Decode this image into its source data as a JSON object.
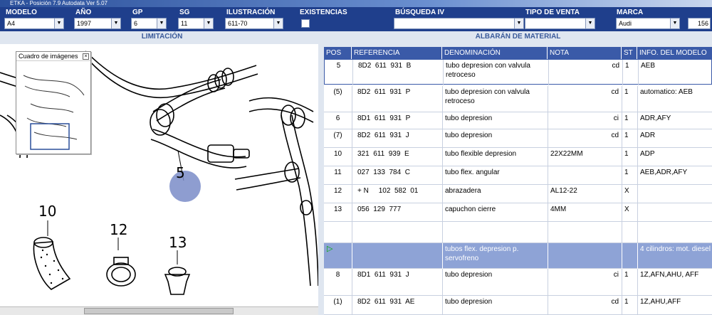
{
  "window": {
    "title": "ETKA - Posición 7.9 Autodata Ver 5.07"
  },
  "filters": {
    "modelo": {
      "label": "MODELO",
      "value": "A4"
    },
    "ano": {
      "label": "AÑO",
      "value": "1997"
    },
    "gp": {
      "label": "GP",
      "value": "6"
    },
    "sg": {
      "label": "SG",
      "value": "11"
    },
    "ilustracion": {
      "label": "ILUSTRACIÓN",
      "value": "611-70"
    },
    "existencias": {
      "label": "EXISTENCIAS"
    },
    "busqueda": {
      "label": "BÚSQUEDA IV",
      "value": ""
    },
    "tipo_venta": {
      "label": "TIPO DE VENTA",
      "value": ""
    },
    "marca": {
      "label": "MARCA",
      "value": "Audi"
    },
    "count": "156"
  },
  "sections": {
    "left": "LIMITACIÓN",
    "right": "ALBARÁN DE MATERIAL"
  },
  "thumbnail": {
    "title": "Cuadro de imágenes"
  },
  "diagram": {
    "labels": [
      "5",
      "10",
      "12",
      "13"
    ]
  },
  "table": {
    "headers": [
      "POS",
      "REFERENCIA",
      "DENOMINACIÓN",
      "NOTA",
      "ST",
      "INFO. DEL MODELO"
    ],
    "rows": [
      {
        "pos": "5",
        "ref": "8D2  611  931  B",
        "den": "tubo depresion con valvula retroceso",
        "nota": "",
        "side": "cd",
        "st": "1",
        "info": "AEB"
      },
      {
        "pos": "(5)",
        "ref": "8D2  611  931  P",
        "den": "tubo depresion con valvula retroceso",
        "nota": "",
        "side": "cd",
        "st": "1",
        "info": "automatico: AEB"
      },
      {
        "pos": "6",
        "ref": "8D1  611  931  P",
        "den": "tubo depresion",
        "nota": "",
        "side": "ci",
        "st": "1",
        "info": "ADR,AFY"
      },
      {
        "pos": "(7)",
        "ref": "8D2  611  931  J",
        "den": "tubo depresion",
        "nota": "",
        "side": "cd",
        "st": "1",
        "info": "ADR"
      },
      {
        "pos": "10",
        "ref": "321  611  939  E",
        "den": "tubo flexible depresion",
        "nota": "22X22MM",
        "side": "",
        "st": "1",
        "info": "ADP"
      },
      {
        "pos": "11",
        "ref": "027  133  784  C",
        "den": "tubo flex. angular",
        "nota": "",
        "side": "",
        "st": "1",
        "info": "AEB,ADR,AFY"
      },
      {
        "pos": "12",
        "ref": "+ N     102  582  01",
        "den": "abrazadera",
        "nota": "AL12-22",
        "side": "",
        "st": "X",
        "info": ""
      },
      {
        "pos": "13",
        "ref": "056  129  777",
        "den": "capuchon cierre",
        "nota": "4MM",
        "side": "",
        "st": "X",
        "info": ""
      },
      {
        "pos": "",
        "ref": "",
        "den": "",
        "nota": "",
        "side": "",
        "st": "",
        "info": ""
      },
      {
        "pos": "",
        "ref": "",
        "den": "tubos flex. depresion p. servofreno",
        "nota": "",
        "side": "",
        "st": "",
        "info": "4 cilindros: mot. diesel"
      },
      {
        "pos": "8",
        "ref": "8D1  611  931  J",
        "den": "tubo depresion",
        "nota": "",
        "side": "ci",
        "st": "1",
        "info": "1Z,AFN,AHU, AFF"
      },
      {
        "pos": "(1)",
        "ref": "8D2  611  931  AE",
        "den": "tubo depresion",
        "nota": "",
        "side": "cd",
        "st": "1",
        "info": "1Z,AHU,AFF"
      }
    ]
  },
  "colors": {
    "header_bg": "#1f3f8c",
    "table_head": "#3a5aa8",
    "group_row": "#8ea3d6",
    "marker": "#7a8cc8"
  }
}
